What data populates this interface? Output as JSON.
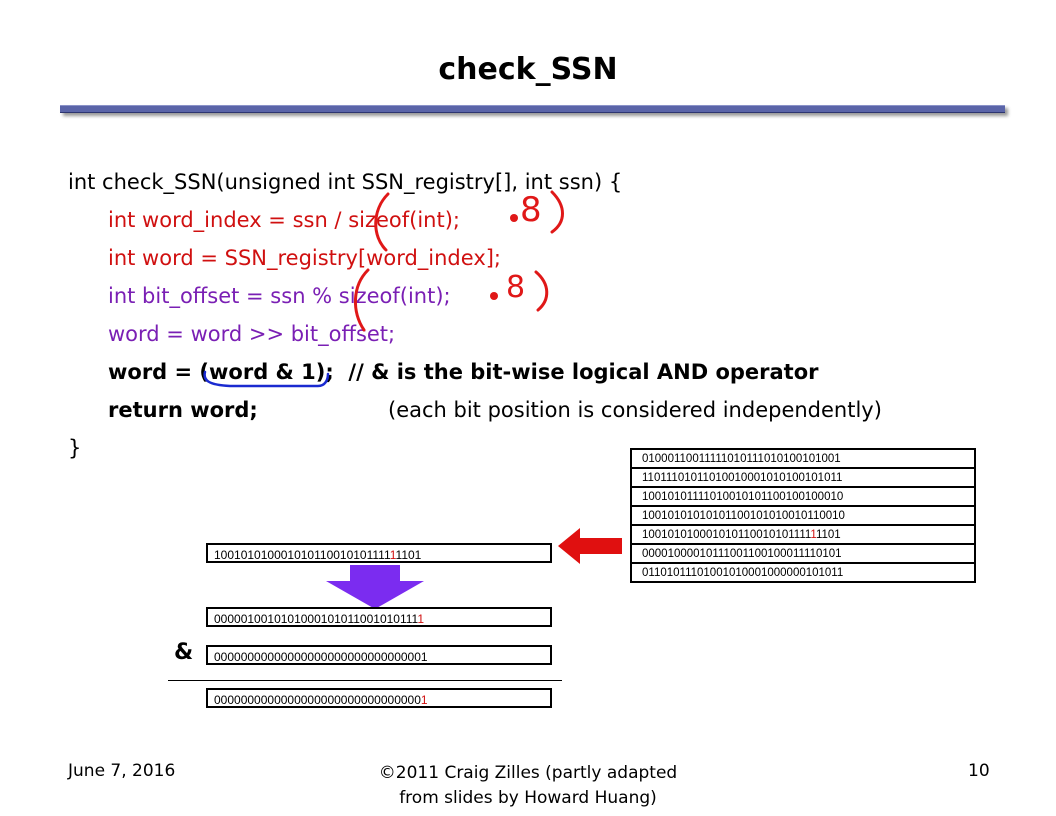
{
  "slide": {
    "title": "check_SSN",
    "code": {
      "signature": "int check_SSN(unsigned int SSN_registry[], int ssn) {",
      "line_word_index": "int word_index = ssn / sizeof(int);",
      "line_word": "int word = SSN_registry[word_index];",
      "line_bit_offset": "int bit_offset = ssn % sizeof(int);",
      "line_shift": "word = word >> bit_offset;",
      "line_and_code": "word = (word & 1);",
      "line_and_comment": "// & is the bit-wise logical AND operator",
      "line_return": "return word;",
      "line_return_note": "(each bit position is considered independently)",
      "closing_brace": "}"
    },
    "annotations": {
      "times8_a": "* 8",
      "times8_b": "* 8"
    },
    "registry_rows": [
      {
        "pre": "01000110011111010111010100101001",
        "hl": ""
      },
      {
        "pre": "11011101011010010001010100101011",
        "hl": ""
      },
      {
        "pre": "10010101111010010101100100100010",
        "hl": ""
      },
      {
        "pre": "10010101010101100101010010110010",
        "hl": ""
      },
      {
        "pre": "100101010001010110010101111",
        "hl": "1",
        "post": "1101"
      },
      {
        "pre": "00001000010111001100100011110101",
        "hl": ""
      },
      {
        "pre": "01101011101001010001000000101011",
        "hl": ""
      }
    ],
    "bit_ops": {
      "word_pre": "100101010001010110010101111",
      "word_hl": "1",
      "word_post": "1101",
      "shifted_pre": "0000010010101000101011001010111",
      "shifted_hl": "1",
      "mask": "00000000000000000000000000000001",
      "result_pre": "0000000000000000000000000000000",
      "result_hl": "1",
      "and_symbol": "&"
    },
    "footer": {
      "date": "June 7, 2016",
      "credit_line1": "©2011 Craig Zilles (partly adapted",
      "credit_line2": "from slides by Howard Huang)",
      "page_number": "10"
    },
    "colors": {
      "title_rule": "#5a64a8",
      "purple_code": "#7a1fb4",
      "red_code": "#d01010",
      "arrow_purple": "#7b2cf0",
      "arrow_red": "#e01010",
      "pen_red": "#e01818",
      "pen_blue": "#1a2ad0"
    }
  }
}
